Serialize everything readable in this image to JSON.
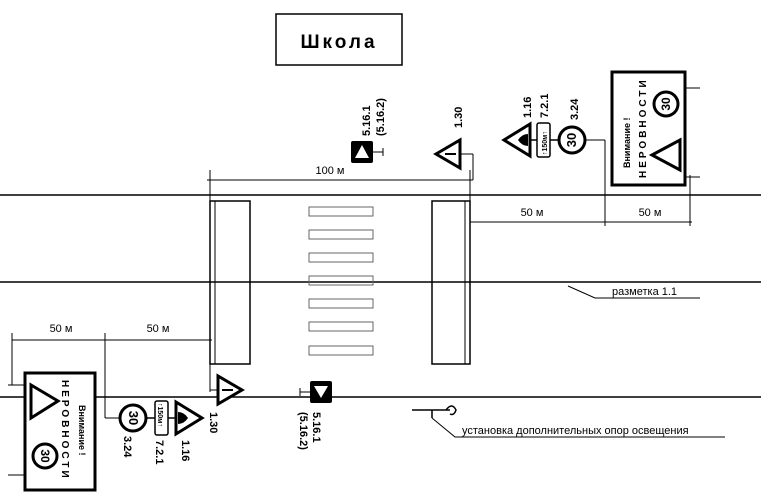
{
  "school": {
    "label": "Школа"
  },
  "dimensions": {
    "crossing_zone": "100 м",
    "right_near": "50 м",
    "right_far": "50 м",
    "left_far": "50 м",
    "left_near": "50 м"
  },
  "annotations": {
    "marking": "разметка 1.1",
    "lighting": "установка дополнительных опор освещения"
  },
  "signs": {
    "pedestrian_top": {
      "code": "5.16.1",
      "alt": "(5.16.2)"
    },
    "children_top": {
      "code": "1.30"
    },
    "bump_top": {
      "code": "1.16"
    },
    "distance_top": {
      "code": "7.2.1",
      "text": "↑150м↑"
    },
    "speed_top": {
      "code": "3.24",
      "value": "30"
    },
    "pedestrian_bottom": {
      "code": "5.16.1",
      "alt": "(5.16.2)"
    },
    "children_bottom": {
      "code": "1.30"
    },
    "bump_bottom": {
      "code": "1.16"
    },
    "distance_bottom": {
      "code": "7.2.1",
      "text": "↑150м↑"
    },
    "speed_bottom": {
      "code": "3.24",
      "value": "30"
    }
  },
  "boards": {
    "top": {
      "title": "Внимание !",
      "text": "НЕРОВНОСТИ",
      "speed": "30"
    },
    "bottom": {
      "title": "Внимание !",
      "text": "НЕРОВНОСТИ",
      "speed": "30"
    }
  }
}
